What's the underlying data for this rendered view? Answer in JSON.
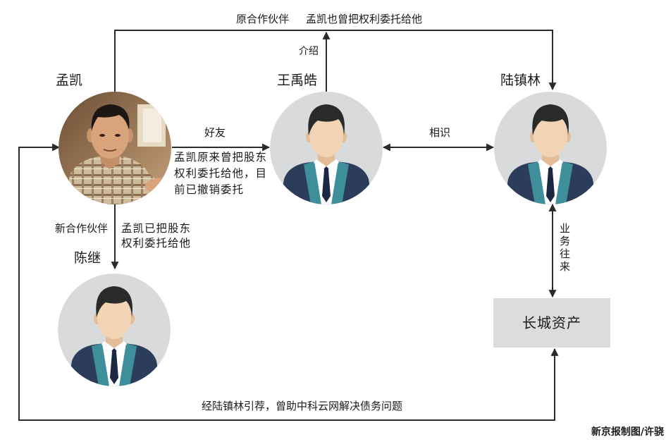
{
  "people": {
    "meng_kai": {
      "name": "孟凯"
    },
    "wang_yuhao": {
      "name": "王禹皓"
    },
    "lu_zhenlin": {
      "name": "陆镇林"
    },
    "chen_ji": {
      "name": "陈继"
    }
  },
  "entity": {
    "name": "长城资产"
  },
  "edges": {
    "former_partner": {
      "label": "原合作伙伴",
      "note": "孟凯也曾把权利委托给他"
    },
    "introduce": {
      "label": "介绍"
    },
    "friend": {
      "label": "好友",
      "note_lines": [
        "孟凯原来曾把股东",
        "权利委托给他，目",
        "前已撤销委托"
      ]
    },
    "acquainted": {
      "label": "相识"
    },
    "new_partner": {
      "label": "新合作伙伴",
      "note_lines": [
        "孟凯已把股东",
        "权利委托给他"
      ]
    },
    "business": {
      "label": "业务往来"
    },
    "debt": {
      "label": "经陆镇林引荐，曾助中科云网解决债务问题"
    }
  },
  "credit": "新京报制图/许骁",
  "colors": {
    "line": "#2b2b2b",
    "avatar_bg": "#d9dadc",
    "box_bg": "#dcdcdc",
    "suit": "#2c3d5c",
    "lapel": "#3f8e9c",
    "tie": "#1c2843"
  }
}
